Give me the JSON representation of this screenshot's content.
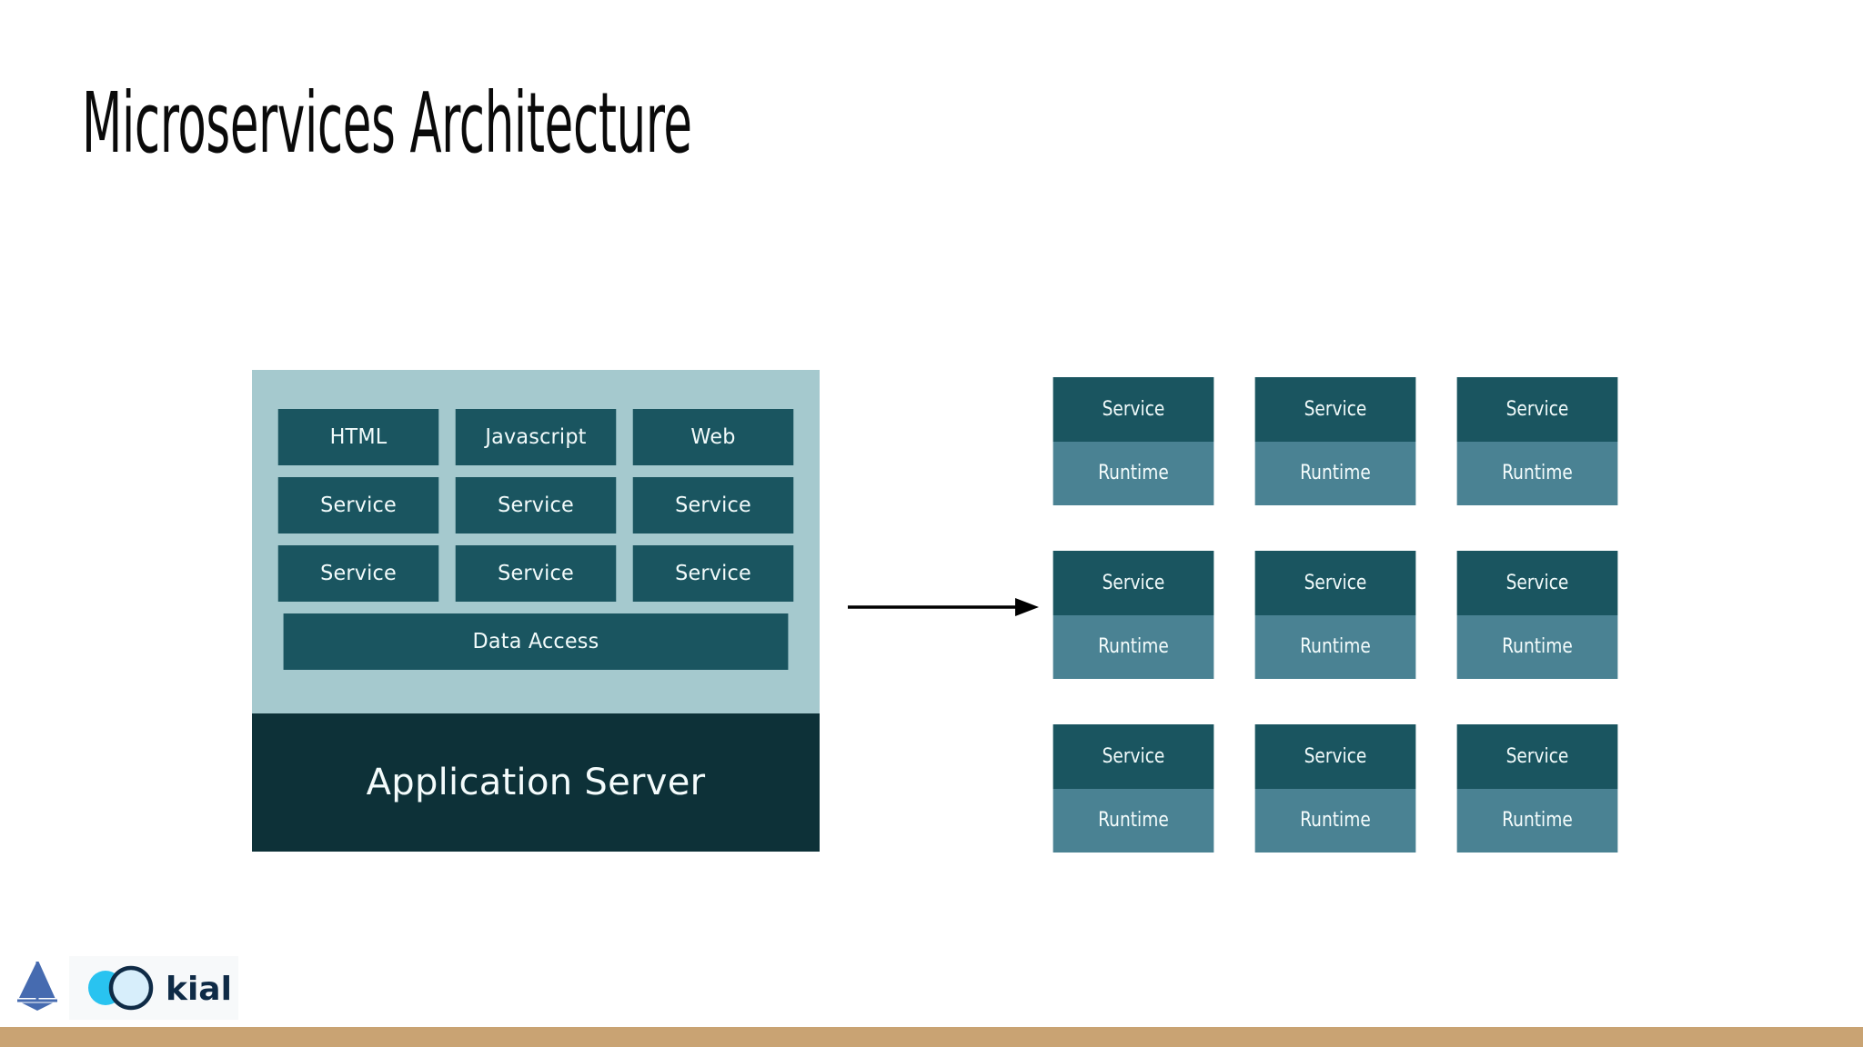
{
  "slide": {
    "title": "Microservices Architecture",
    "background_color": "#ffffff"
  },
  "colors": {
    "monolith_background": "#a5c9ce",
    "block_dark_teal": "#1a5560",
    "app_server_dark": "#0d3138",
    "runtime_teal": "#4a8293",
    "footer_bar_tan": "#c9a373",
    "title_text": "#0a0a0a",
    "block_text": "#f2fbfb",
    "istio_blue": "#466bb0",
    "kiali_cyan": "#29c3f0",
    "kiali_blue": "#1280c8",
    "kiali_navy": "#0f2b46"
  },
  "monolith": {
    "name": "monolith-diagram",
    "rows": [
      {
        "cells": [
          "HTML",
          "Javascript",
          "Web"
        ]
      },
      {
        "cells": [
          "Service",
          "Service",
          "Service"
        ]
      },
      {
        "cells": [
          "Service",
          "Service",
          "Service"
        ]
      }
    ],
    "data_access_label": "Data Access",
    "app_server_label": "Application Server"
  },
  "arrow": {
    "name": "transformation-arrow",
    "direction": "right"
  },
  "microservices": {
    "name": "microservices-grid",
    "rows": 3,
    "columns": 3,
    "service_label": "Service",
    "runtime_label": "Runtime",
    "cards": [
      {
        "service": "Service",
        "runtime": "Runtime"
      },
      {
        "service": "Service",
        "runtime": "Runtime"
      },
      {
        "service": "Service",
        "runtime": "Runtime"
      },
      {
        "service": "Service",
        "runtime": "Runtime"
      },
      {
        "service": "Service",
        "runtime": "Runtime"
      },
      {
        "service": "Service",
        "runtime": "Runtime"
      },
      {
        "service": "Service",
        "runtime": "Runtime"
      },
      {
        "service": "Service",
        "runtime": "Runtime"
      },
      {
        "service": "Service",
        "runtime": "Runtime"
      }
    ]
  },
  "footer": {
    "istio_logo_name": "istio-sailboat-logo",
    "kiali_logo_name": "kiali-logo",
    "kiali_wordmark": "kiali"
  }
}
